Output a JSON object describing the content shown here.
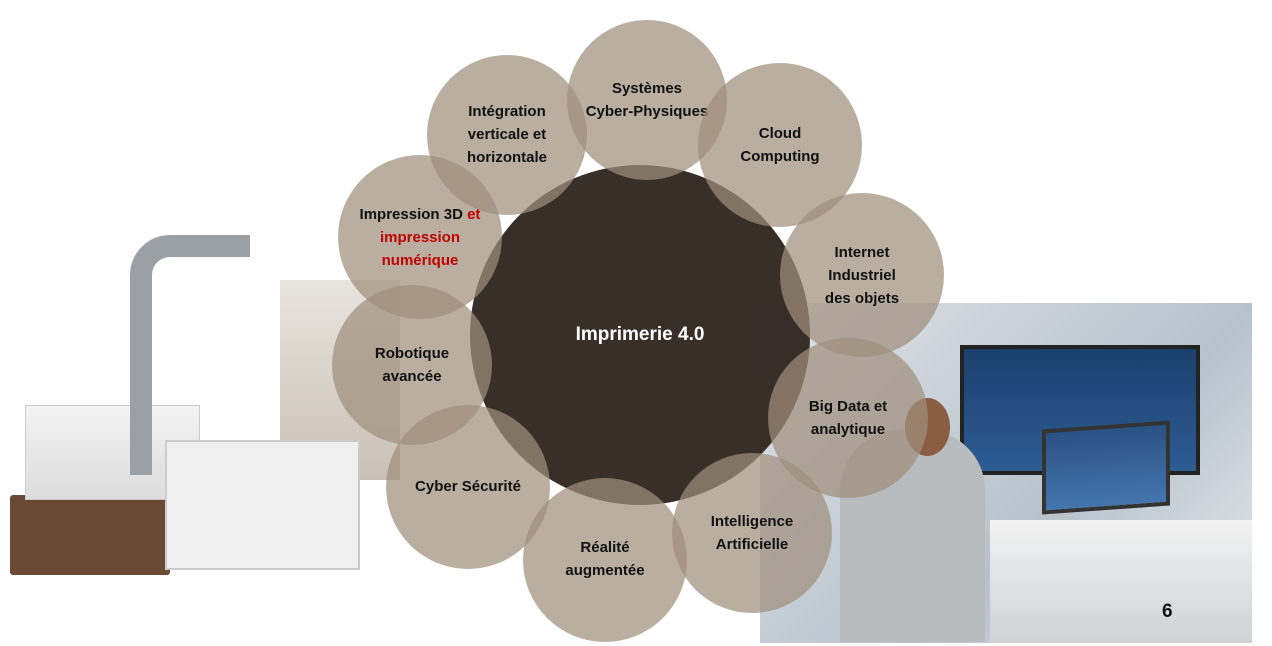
{
  "center": {
    "label": "Imprimerie 4.0"
  },
  "circles": [
    {
      "line1": "Systèmes",
      "line2": "Cyber-Physiques"
    },
    {
      "line1": "Intégration",
      "line2": "verticale et",
      "line3": "horizontale"
    },
    {
      "line1": "Cloud",
      "line2": "Computing"
    },
    {
      "line1": "Impression 3D",
      "line1_red": "et",
      "line2": "impression",
      "line3": "numérique"
    },
    {
      "line1": "Internet",
      "line2": "Industriel",
      "line3": "des objets"
    },
    {
      "line1": "Robotique",
      "line2": "avancée"
    },
    {
      "line1": "Big Data et",
      "line2": "analytique"
    },
    {
      "line1": "Cyber Sécurité"
    },
    {
      "line1": "Intelligence",
      "line2": "Artificielle"
    },
    {
      "line1": "Réalité",
      "line2": "augmentée"
    }
  ],
  "page_number": "6",
  "colors": {
    "circle": "#a08f7d",
    "center": "#322822",
    "accent_red": "#c00000"
  }
}
